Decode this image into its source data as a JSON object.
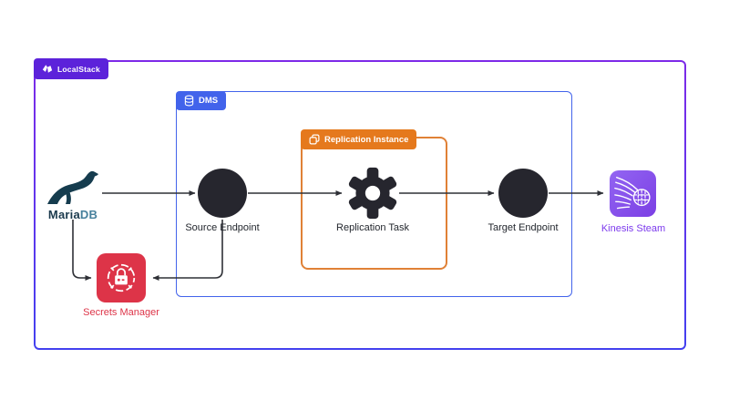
{
  "diagram": {
    "type": "architecture-diagram",
    "containers": {
      "localstack": {
        "label": "LocalStack",
        "badge_bg": "#5c22da",
        "border_gradient_top": "#7d2ae8",
        "border_gradient_bottom": "#4340ef"
      },
      "dms": {
        "label": "DMS",
        "color": "#4263eb"
      },
      "replication_instance": {
        "label": "Replication Instance",
        "badge_bg": "#e5791d",
        "border_color": "#e08136"
      }
    },
    "nodes": {
      "mariadb": {
        "label_primary": "Maria",
        "label_secondary": "DB",
        "primary_color": "#1b3a4d",
        "secondary_color": "#47809c",
        "logo_color": "#153c4e",
        "icon": "mariadb-sea-lion"
      },
      "source_endpoint": {
        "label": "Source Endpoint",
        "shape": "circle",
        "color": "#26262e"
      },
      "replication_task": {
        "label": "Replication Task",
        "shape": "gear",
        "color": "#26262e"
      },
      "target_endpoint": {
        "label": "Target Endpoint",
        "shape": "circle",
        "color": "#26262e"
      },
      "kinesis_stream": {
        "label": "Kinesis Steam",
        "icon": "kinesis-data-streams",
        "icon_gradient_start": "#9365f2",
        "icon_gradient_end": "#7b3fe4",
        "label_color": "#7c3aed"
      },
      "secrets_manager": {
        "label": "Secrets Manager",
        "icon": "secrets-manager-lock",
        "color": "#dd3448"
      }
    },
    "edges": [
      {
        "from": "mariadb",
        "to": "source_endpoint"
      },
      {
        "from": "source_endpoint",
        "to": "replication_task"
      },
      {
        "from": "replication_task",
        "to": "target_endpoint"
      },
      {
        "from": "target_endpoint",
        "to": "kinesis_stream"
      },
      {
        "from": "mariadb",
        "to": "secrets_manager"
      },
      {
        "from": "source_endpoint",
        "to": "secrets_manager"
      }
    ],
    "arrow_color": "#2e3036"
  }
}
